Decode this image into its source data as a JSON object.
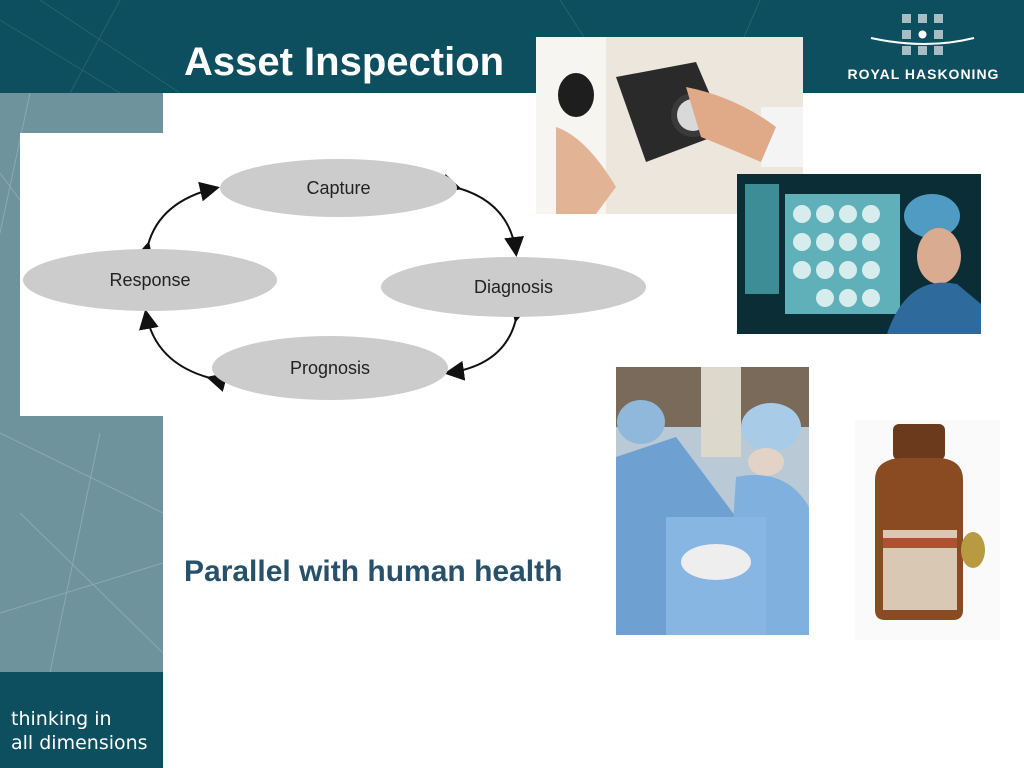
{
  "slide": {
    "title": "Asset Inspection",
    "subtitle": "Parallel with human health",
    "brand": "ROYAL HASKONING",
    "tagline_line1": "thinking in",
    "tagline_line2": "all dimensions"
  },
  "diagram": {
    "nodes": [
      "Capture",
      "Diagnosis",
      "Prognosis",
      "Response"
    ]
  },
  "images": [
    "blood-pressure-photo",
    "xray-review-photo",
    "surgery-photo",
    "medicine-bottle-photo"
  ],
  "colors": {
    "header": "#0d4f5e",
    "sidebar": "#6f939c",
    "subtitle": "#27506a",
    "node_fill": "#cccccc"
  }
}
